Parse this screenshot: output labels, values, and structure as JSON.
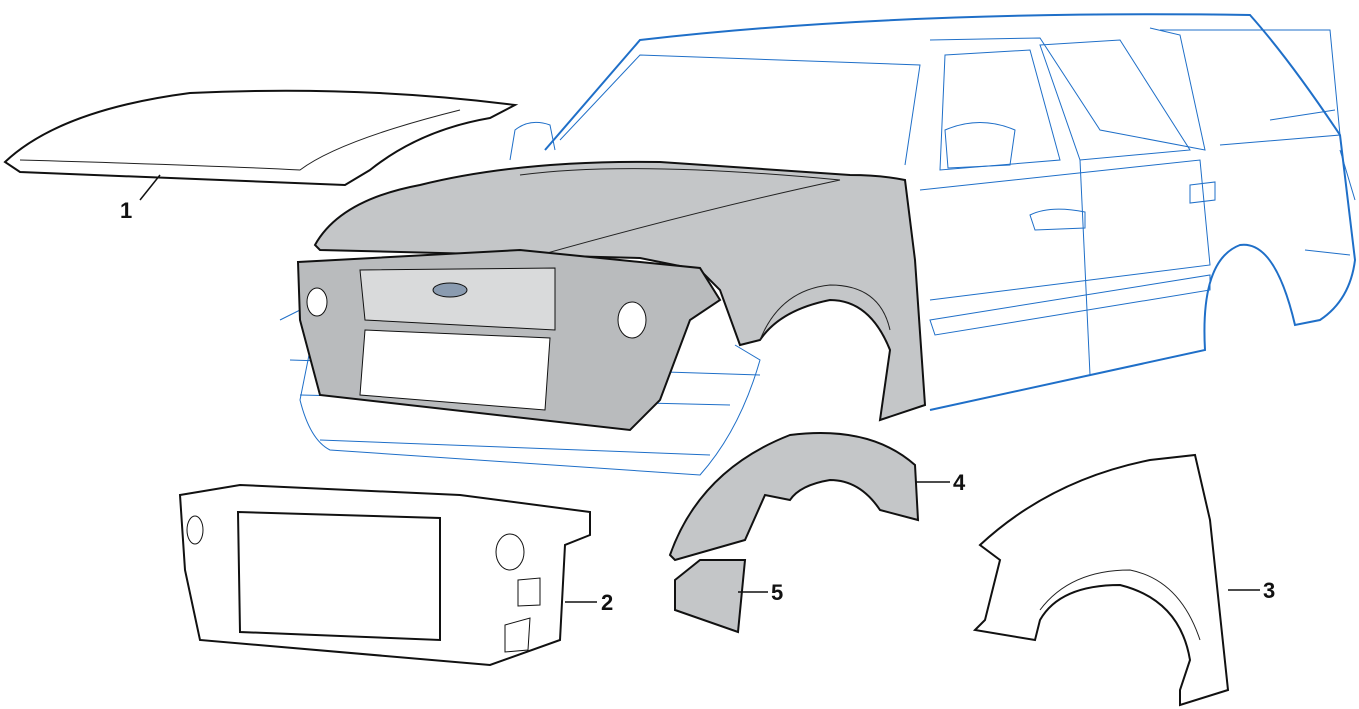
{
  "diagram": {
    "callouts": [
      {
        "number": "1",
        "part": "hood"
      },
      {
        "number": "2",
        "part": "radiator-support"
      },
      {
        "number": "3",
        "part": "fender"
      },
      {
        "number": "4",
        "part": "wheel-liner"
      },
      {
        "number": "5",
        "part": "splash-shield"
      }
    ],
    "colors": {
      "vehicle_outline": "#1f6fc8",
      "highlighted_part": "#c4c6c8",
      "part_outline": "#111111"
    }
  }
}
